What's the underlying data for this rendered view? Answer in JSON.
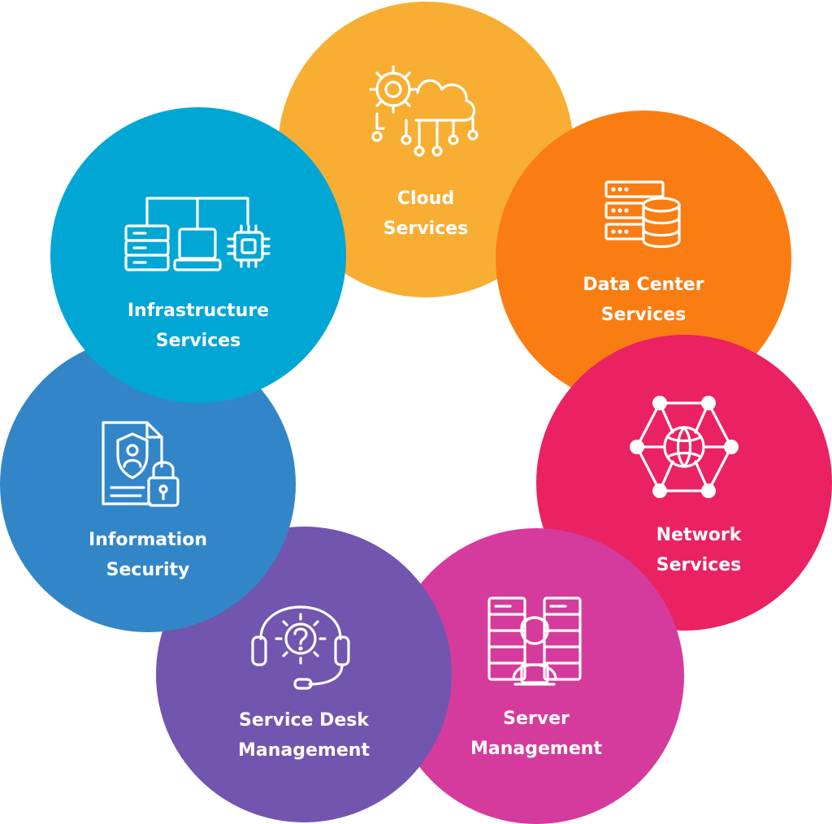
{
  "services": {
    "cloud": {
      "line1": "Cloud",
      "line2": "Services",
      "color": "#F7AE32",
      "icon": "cloud-gear-icon"
    },
    "data_center": {
      "line1": "Data Center",
      "line2": "Services",
      "color": "#F97D13",
      "icon": "server-database-icon"
    },
    "network": {
      "line1": "Network",
      "line2": "Services",
      "color": "#EA2262",
      "icon": "network-globe-icon"
    },
    "server": {
      "line1": "Server",
      "line2": "Management",
      "color": "#D53B9D",
      "icon": "server-admin-icon"
    },
    "service_desk": {
      "line1": "Service Desk",
      "line2": "Management",
      "color": "#7255AE",
      "icon": "headset-support-icon"
    },
    "info_security": {
      "line1": "Information",
      "line2": "Security",
      "color": "#3286C8",
      "icon": "secure-document-icon"
    },
    "infrastructure": {
      "line1": "Infrastructure",
      "line2": "Services",
      "color": "#00A6D4",
      "icon": "infrastructure-network-icon"
    }
  }
}
